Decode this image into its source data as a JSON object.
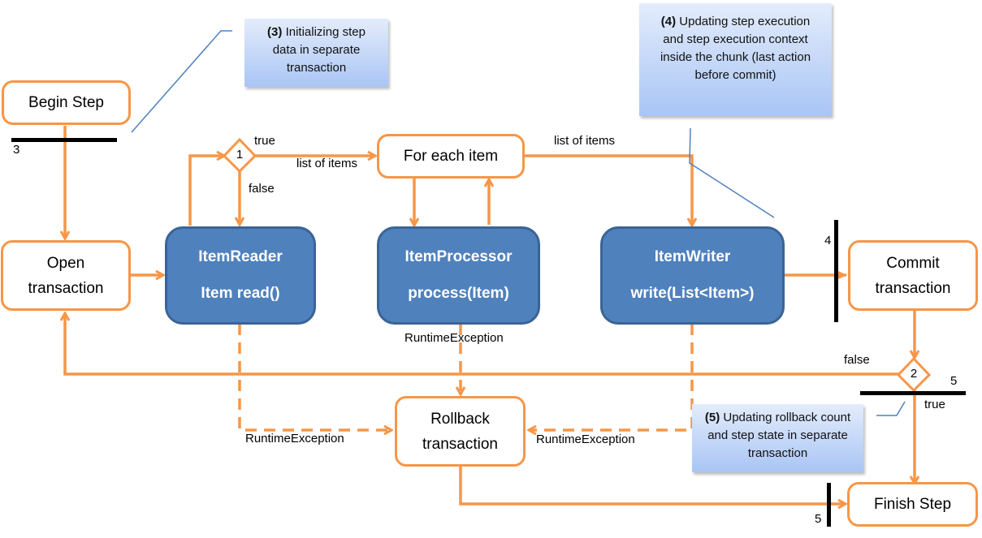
{
  "nodes": {
    "begin_step": "Begin Step",
    "open_transaction": [
      "Open",
      "transaction"
    ],
    "for_each_item": "For each item",
    "item_reader": {
      "title": "ItemReader",
      "method": "Item read()"
    },
    "item_processor": {
      "title": "ItemProcessor",
      "method": "process(Item)"
    },
    "item_writer": {
      "title": "ItemWriter",
      "method": "write(List<Item>)"
    },
    "commit_transaction": [
      "Commit",
      "transaction"
    ],
    "rollback_transaction": [
      "Rollback",
      "transaction"
    ],
    "finish_step": "Finish Step"
  },
  "decisions": {
    "d1": "1",
    "d2": "2"
  },
  "edge_labels": {
    "d1_true": "true",
    "d1_false": "false",
    "d1_list": "list of items",
    "fe_list": "list of items",
    "proc_exc": "RuntimeException",
    "reader_exc": "RuntimeException",
    "writer_exc": "RuntimeException",
    "d2_false": "false",
    "d2_true": "true"
  },
  "bars": {
    "bar3": "3",
    "bar4": "4",
    "bar5a": "5",
    "bar5b": "5"
  },
  "notes": {
    "n3": {
      "num": "(3)",
      "text": "Initializing step data in separate transaction"
    },
    "n4": {
      "num": "(4)",
      "text": "Updating step execution and step execution context inside the chunk (last action before commit)"
    },
    "n5": {
      "num": "(5)",
      "text": "Updating rollback count and step state in separate transaction"
    }
  },
  "colors": {
    "flow": "#F79646",
    "component": "#4F81BD",
    "component_border": "#3A6496",
    "callout_line": "#4F81BD",
    "bar": "#000000"
  }
}
